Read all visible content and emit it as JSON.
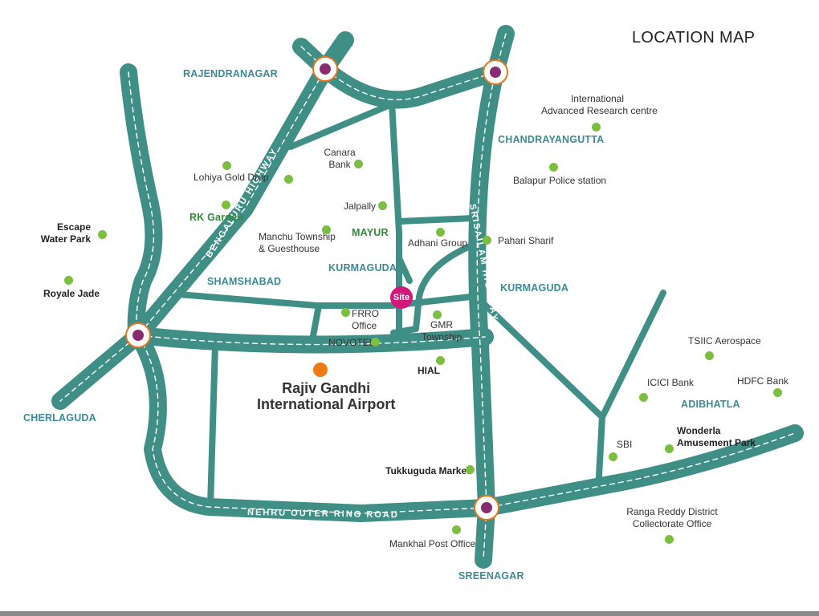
{
  "title": "LOCATION MAP",
  "areas": {
    "rajendranagar": "RAJENDRANAGAR",
    "chandrayangutta": "CHANDRAYANGUTTA",
    "rk_garden": "RK Garden",
    "mayur": "MAYUR",
    "kurmaguda_center": "KURMAGUDA",
    "kurmaguda_east": "KURMAGUDA",
    "shamshabad": "SHAMSHABAD",
    "cherlaguda": "CHERLAGUDA",
    "adibhatla": "ADIBHATLA",
    "sreenagar": "SREENAGAR"
  },
  "roads": {
    "bengaluru_highway": "BENGALURU HIGHWAY",
    "srisailam_highway": "SRISAILAM HIGHWAY",
    "outer_ring_road": "NEHRU OUTER RING ROAD"
  },
  "poi": {
    "iarc_line1": "International",
    "iarc_line2": "Advanced Research centre",
    "canara_line1": "Canara",
    "canara_line2": "Bank",
    "lohiya": "Lohiya Gold Drop",
    "balapur": "Balapur Police station",
    "jalpally": "Jalpally",
    "escape_line1": "Escape",
    "escape_line2": "Water Park",
    "manchu_line1": "Manchu Township",
    "manchu_line2": "& Guesthouse",
    "adhani": "Adhani Group",
    "pahari": "Pahari Sharif",
    "royale": "Royale Jade",
    "frro_line1": "FRRO",
    "frro_line2": "Office",
    "novotel": "NOVOTEL",
    "gmr_line1": "GMR",
    "gmr_line2": "Township",
    "hial": "HIAL",
    "tsiic": "TSIIC Aerospace",
    "icici": "ICICI Bank",
    "hdfc": "HDFC Bank",
    "sbi": "SBI",
    "wonderla_line1": "Wonderla",
    "wonderla_line2": "Amusement Park",
    "tukkuguda": "Tukkuguda Market",
    "mankhal": "Mankhal Post Office",
    "rangareddy_line1": "Ranga Reddy District",
    "rangareddy_line2": "Collectorate Office"
  },
  "airport": {
    "line1": "Rajiv Gandhi",
    "line2": "International Airport"
  },
  "site": "Site",
  "colors": {
    "road": "#3f8f86",
    "area_label": "#3b8a95",
    "landmark_dot": "#7bbf3e",
    "site_marker": "#d2167a",
    "airport_marker": "#ee7a14",
    "junction_marker": "#8a2c74"
  }
}
